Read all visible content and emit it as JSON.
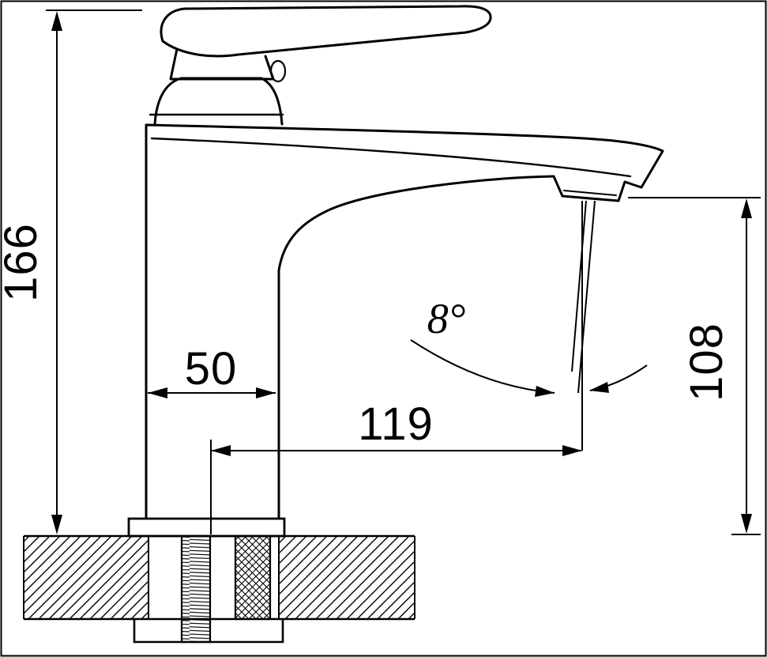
{
  "diagram": {
    "subject": "Basin mixer faucet - dimensioned side elevation",
    "background_color": "#ffffff",
    "line_color": "#000000",
    "dimensions": {
      "overall_height": {
        "value": "166",
        "orientation": "vertical-left"
      },
      "body_width": {
        "value": "50",
        "orientation": "horizontal"
      },
      "spout_reach": {
        "value": "119",
        "orientation": "horizontal"
      },
      "spout_outlet_height": {
        "value": "108",
        "orientation": "vertical-right"
      },
      "stream_angle": {
        "value": "8°"
      }
    }
  }
}
